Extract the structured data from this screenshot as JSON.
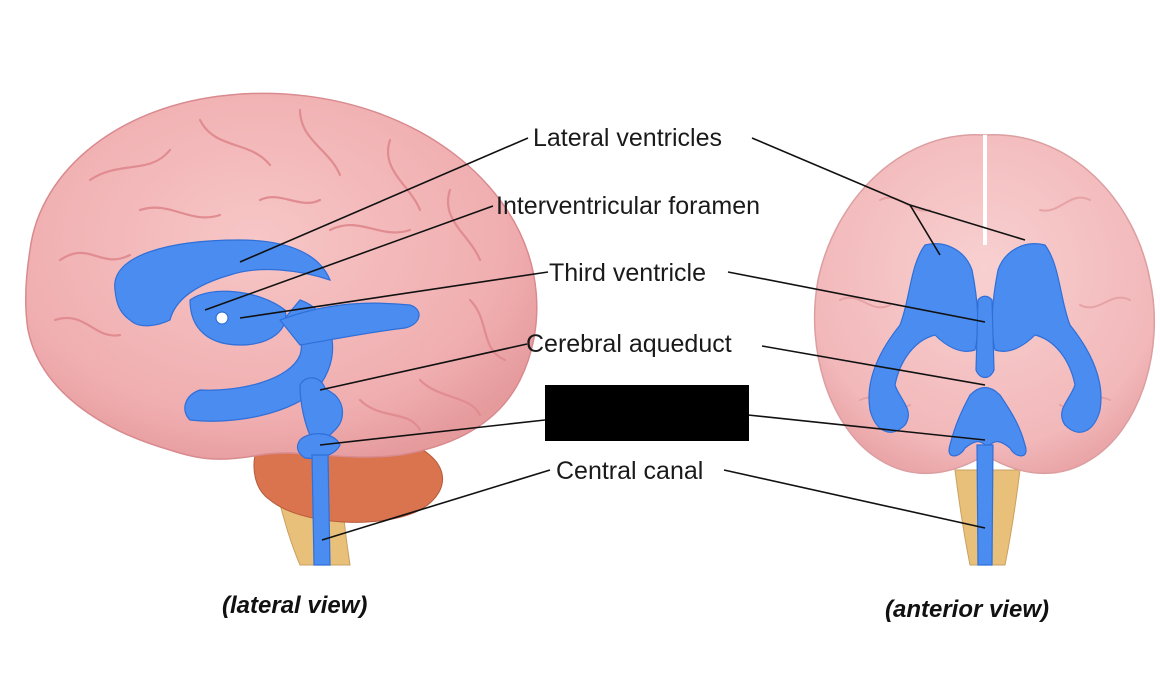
{
  "labels": {
    "lateral_ventricles": "Lateral ventricles",
    "interventricular_foramen": "Interventricular foramen",
    "third_ventricle": "Third ventricle",
    "cerebral_aqueduct": "Cerebral aqueduct",
    "central_canal": "Central canal"
  },
  "captions": {
    "lateral_view": "(lateral view)",
    "anterior_view": "(anterior view)"
  },
  "colors": {
    "brain": "#f1b0b2",
    "brain_sulcus": "#e39598",
    "ventricle": "#4b8cf0",
    "ventricle_dark": "#2f6fd8",
    "cerebellum": "#d9744f",
    "brainstem": "#e8c07a",
    "redaction": "#000000"
  },
  "icons": {
    "lateral": "brain-lateral-illustration-icon",
    "anterior": "brain-anterior-illustration-icon"
  }
}
